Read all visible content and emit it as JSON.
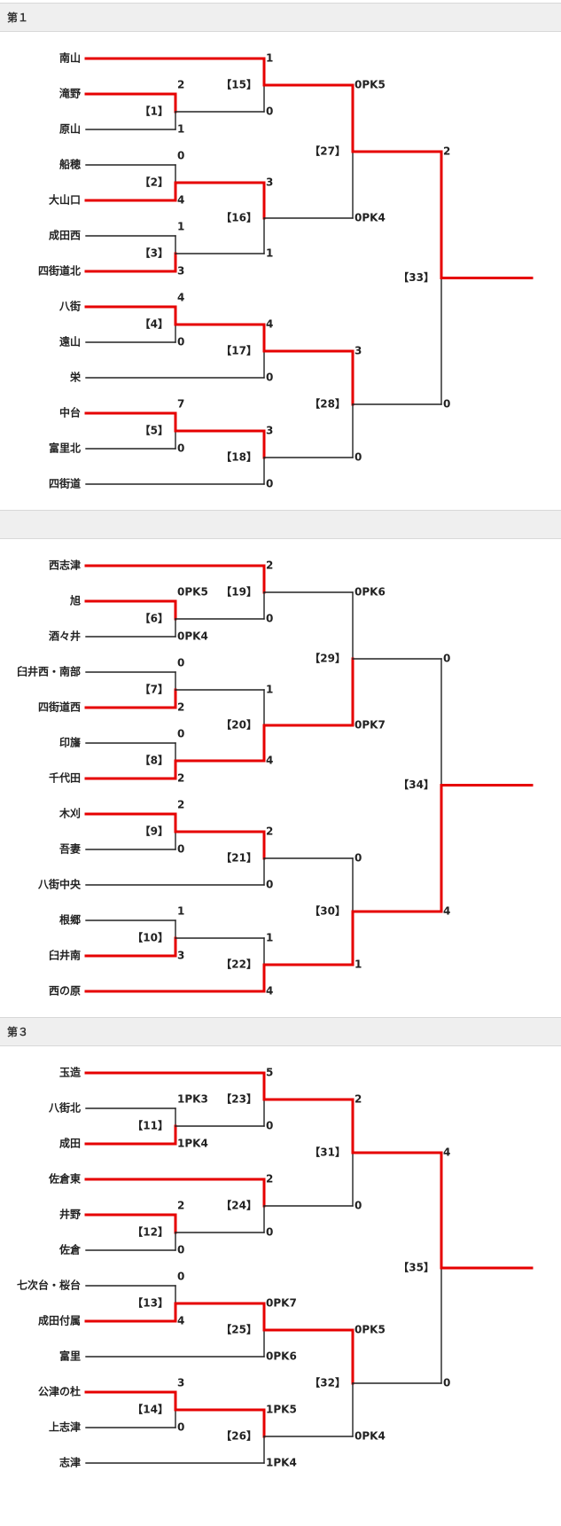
{
  "sections": [
    {
      "title": "第１",
      "teams": [
        "南山",
        "滝野",
        "原山",
        "船穂",
        "大山口",
        "成田西",
        "四街道北",
        "八街",
        "遠山",
        "栄",
        "中台",
        "富里北",
        "四街道"
      ],
      "first_round": [
        {
          "label": "【1】",
          "top": "2",
          "bot": "1",
          "winner": "top"
        },
        {
          "label": "【2】",
          "top": "0",
          "bot": "4",
          "winner": "bot"
        },
        {
          "label": "【3】",
          "top": "1",
          "bot": "3",
          "winner": "bot"
        },
        {
          "label": "【4】",
          "top": "4",
          "bot": "0",
          "winner": "top"
        },
        {
          "label": "【5】",
          "top": "7",
          "bot": "0",
          "winner": "top"
        }
      ],
      "second_round": [
        {
          "label": "【15】",
          "top": "1",
          "bot": "0",
          "winner": "top"
        },
        {
          "label": "【16】",
          "top": "3",
          "bot": "1",
          "winner": "top"
        },
        {
          "label": "【17】",
          "top": "4",
          "bot": "0",
          "winner": "top"
        },
        {
          "label": "【18】",
          "top": "3",
          "bot": "0",
          "winner": "top"
        }
      ],
      "third_round": [
        {
          "label": "【27】",
          "top": "0PK5",
          "bot": "0PK4",
          "winner": "top"
        },
        {
          "label": "【28】",
          "top": "3",
          "bot": "0",
          "winner": "top"
        }
      ],
      "final": {
        "label": "【33】",
        "top": "2",
        "bot": "0",
        "winner": "top"
      }
    },
    {
      "title": "",
      "teams": [
        "西志津",
        "旭",
        "酒々井",
        "臼井西・南部",
        "四街道西",
        "印旛",
        "千代田",
        "木刈",
        "吾妻",
        "八街中央",
        "根郷",
        "臼井南",
        "西の原"
      ],
      "first_round": [
        {
          "label": "【6】",
          "top": "0PK5",
          "bot": "0PK4",
          "winner": "top"
        },
        {
          "label": "【7】",
          "top": "0",
          "bot": "2",
          "winner": "bot"
        },
        {
          "label": "【8】",
          "top": "0",
          "bot": "2",
          "winner": "bot"
        },
        {
          "label": "【9】",
          "top": "2",
          "bot": "0",
          "winner": "top"
        },
        {
          "label": "【10】",
          "top": "1",
          "bot": "3",
          "winner": "bot"
        }
      ],
      "second_round": [
        {
          "label": "【19】",
          "top": "2",
          "bot": "0",
          "winner": "top"
        },
        {
          "label": "【20】",
          "top": "1",
          "bot": "4",
          "winner": "bot"
        },
        {
          "label": "【21】",
          "top": "2",
          "bot": "0",
          "winner": "top"
        },
        {
          "label": "【22】",
          "top": "1",
          "bot": "4",
          "winner": "bot"
        }
      ],
      "third_round": [
        {
          "label": "【29】",
          "top": "0PK6",
          "bot": "0PK7",
          "winner": "bot"
        },
        {
          "label": "【30】",
          "top": "0",
          "bot": "1",
          "winner": "bot"
        }
      ],
      "final": {
        "label": "【34】",
        "top": "0",
        "bot": "4",
        "winner": "bot"
      }
    },
    {
      "title": "第３",
      "teams": [
        "玉造",
        "八街北",
        "成田",
        "佐倉東",
        "井野",
        "佐倉",
        "七次台・桜台",
        "成田付属",
        "富里",
        "公津の杜",
        "上志津",
        "志津"
      ],
      "first_round": [
        {
          "label": "【11】",
          "top": "1PK3",
          "bot": "1PK4",
          "winner": "bot"
        },
        {
          "label": "【12】",
          "top": "2",
          "bot": "0",
          "winner": "top"
        },
        {
          "label": "【13】",
          "top": "0",
          "bot": "4",
          "winner": "bot"
        },
        {
          "label": "【14】",
          "top": "3",
          "bot": "0",
          "winner": "top"
        }
      ],
      "second_round": [
        {
          "label": "【23】",
          "top": "5",
          "bot": "0",
          "winner": "top"
        },
        {
          "label": "【24】",
          "top": "2",
          "bot": "0",
          "winner": "top"
        },
        {
          "label": "【25】",
          "top": "0PK7",
          "bot": "0PK6",
          "winner": "top"
        },
        {
          "label": "【26】",
          "top": "1PK5",
          "bot": "1PK4",
          "winner": "top"
        }
      ],
      "third_round": [
        {
          "label": "【31】",
          "top": "2",
          "bot": "0",
          "winner": "top"
        },
        {
          "label": "【32】",
          "top": "0PK5",
          "bot": "0PK4",
          "winner": "top"
        }
      ],
      "final": {
        "label": "【35】",
        "top": "4",
        "bot": "0",
        "winner": "top"
      }
    }
  ],
  "colors": {
    "winner": "#e60000",
    "loser": "#222222",
    "header_bg": "#efefef"
  }
}
